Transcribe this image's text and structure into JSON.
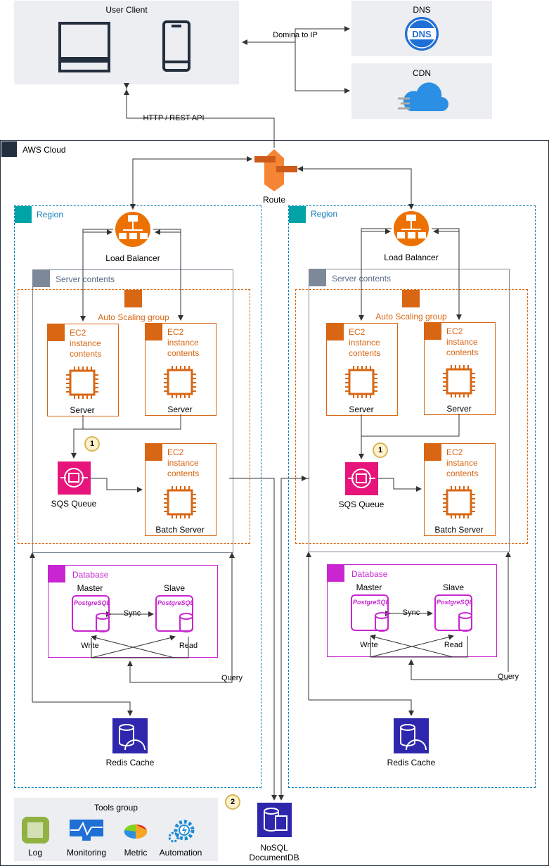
{
  "top": {
    "user_client": "User Client",
    "dns": "DNS",
    "cdn": "CDN",
    "dns_edge": "Domina to IP",
    "http_edge": "HTTP / REST API"
  },
  "cloud": {
    "title": "AWS Cloud",
    "route": "Route"
  },
  "regions": [
    {
      "title": "Region",
      "load_balancer": "Load Balancer",
      "server_contents": "Server contents",
      "asg": "Auto Scaling group",
      "ec2_label": "EC2 instance contents",
      "server_a": "Server",
      "server_b": "Server",
      "batch": "Batch Server",
      "sqs": "SQS Queue",
      "badge": "1",
      "database": "Database",
      "master": "Master",
      "slave": "Slave",
      "sync": "Sync",
      "write": "Write",
      "read": "Read",
      "query": "Query",
      "redis": "Redis Cache"
    },
    {
      "title": "Region",
      "load_balancer": "Load Balancer",
      "server_contents": "Server contents",
      "asg": "Auto Scaling group",
      "ec2_label": "EC2 instance contents",
      "server_a": "Server",
      "server_b": "Server",
      "batch": "Batch Server",
      "sqs": "SQS Queue",
      "badge": "1",
      "database": "Database",
      "master": "Master",
      "slave": "Slave",
      "sync": "Sync",
      "write": "Write",
      "read": "Read",
      "query": "Query",
      "redis": "Redis Cache"
    }
  ],
  "tools": {
    "title": "Tools group",
    "items": [
      "Log",
      "Monitoring",
      "Metric",
      "Automation"
    ],
    "badge": "2"
  },
  "nosql": {
    "line1": "NoSQL",
    "line2": "DocumentDB"
  },
  "colors": {
    "region": "#147eba",
    "ec2": "#d86613",
    "database": "#c925d1",
    "sqs": "#e7157b",
    "redis": "#2e27ad",
    "lb": "#ed7100",
    "badge": "#fff2cc"
  },
  "icons": [
    "laptop-icon",
    "phone-icon",
    "dns-icon",
    "cloud-icon",
    "route-icon",
    "load-balancer-icon",
    "chip-icon",
    "sqs-icon",
    "postgresql-icon",
    "redis-icon",
    "documentdb-icon",
    "log-icon",
    "monitoring-icon",
    "metric-icon",
    "automation-icon"
  ]
}
